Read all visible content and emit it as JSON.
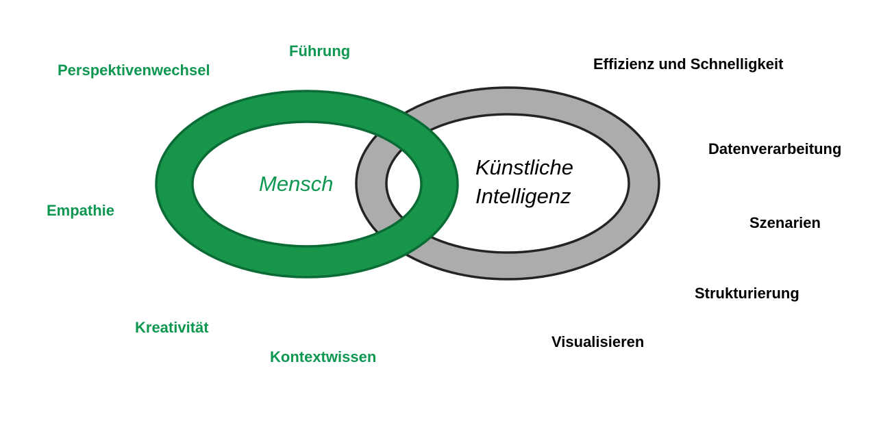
{
  "diagram": {
    "type": "venn-interlocking-rings",
    "background_color": "#FFFFFF",
    "human": {
      "label": "Mensch",
      "ring_fill": "#17954B",
      "ring_outline": "#0A6B35",
      "text_color": "#0E9750",
      "attributes": [
        "Führung",
        "Perspektivenwechsel",
        "Empathie",
        "Kreativität",
        "Kontextwissen"
      ]
    },
    "ai": {
      "label_line1": "Künstliche",
      "label_line2": "Intelligenz",
      "ring_fill": "#ACACAC",
      "ring_outline": "#242424",
      "text_color": "#000000",
      "attributes": [
        "Effizienz und Schnelligkeit",
        "Datenverarbeitung",
        "Szenarien",
        "Strukturierung",
        "Visualisieren"
      ]
    }
  }
}
